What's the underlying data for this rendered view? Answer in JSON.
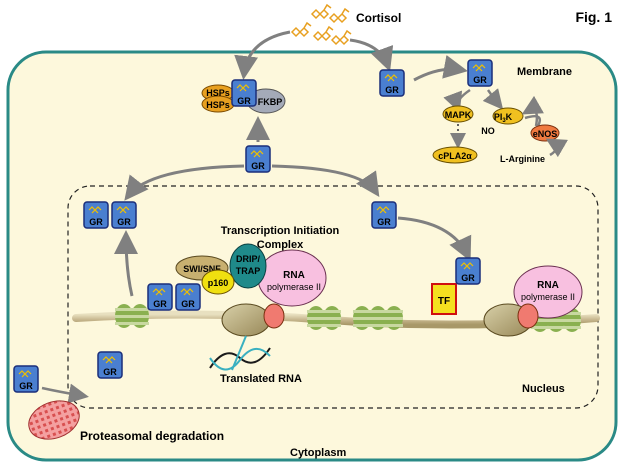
{
  "figure": {
    "label": "Fig. 1"
  },
  "hormone": {
    "label": "Cortisol"
  },
  "compartments": {
    "membrane": "Membrane",
    "nucleus": "Nucleus",
    "cytoplasm": "Cytoplasm"
  },
  "receptor_label": "GR",
  "chaperone": {
    "hsp1": "HSPs",
    "hsp2": "HSPs",
    "fkbp": "FKBP"
  },
  "nongenomic": {
    "mapk": "MAPK",
    "pi3k": "PI",
    "pi3k_sub": "3",
    "pi3k_end": "K",
    "cpla2": "cPLA2α",
    "enos": "eNOS",
    "no": "NO",
    "l_arginine": "L-Arginine"
  },
  "transcription": {
    "title_line1": "Transcription Initiation",
    "title_line2": "Complex",
    "swi_snf": "SWI/SNF",
    "drip_line1": "DRIP/",
    "drip_line2": "TRAP",
    "p160": "p160",
    "rna_pol_line1": "RNA",
    "rna_pol_line2": "polymerase II",
    "tf": "TF",
    "rna_pol2_line1": "RNA",
    "rna_pol2_line2": "polymerase II",
    "translated_rna": "Translated RNA"
  },
  "degradation": {
    "label": "Proteasomal degradation"
  },
  "colors": {
    "cell_fill": "#fdf8dc",
    "cell_border": "#2a8a86",
    "gr_fill": "#4a7fd0",
    "gr_border": "#1a2e7a",
    "hsp_fill": "#e8a020",
    "fkbp_fill": "#a4aab8",
    "enzyme_fill": "#f0c020",
    "enos_fill": "#f07a40",
    "rna_pol_fill": "#f8c0e0",
    "tf_fill": "#f4e020",
    "tf_border": "#d01010",
    "drip_fill": "#1f8a8a",
    "swi_fill": "#c8b070",
    "p160_fill": "#f0e010",
    "dna_color": "#7aa040",
    "proteasome_fill": "#e87070"
  }
}
